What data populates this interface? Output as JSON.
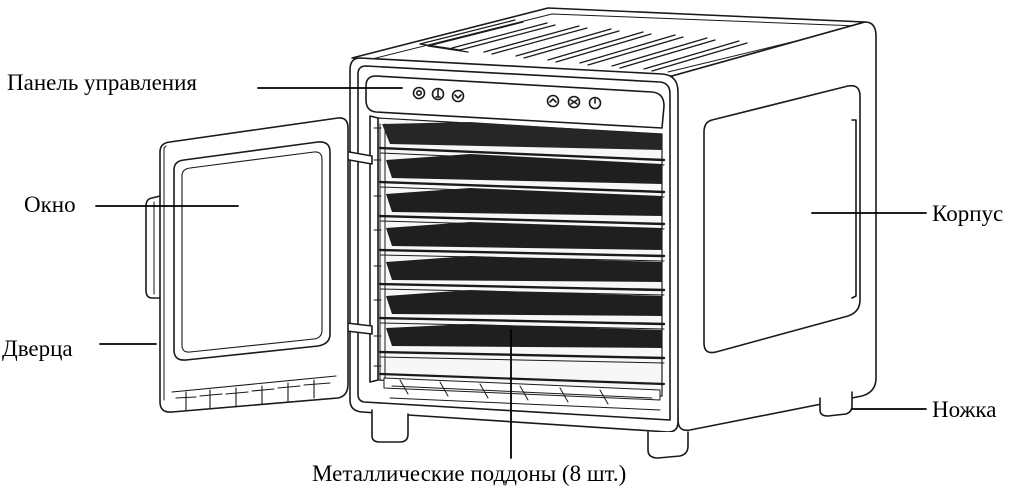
{
  "diagram": {
    "labels": {
      "control_panel": "Панель управления",
      "window": "Окно",
      "body": "Корпус",
      "door": "Дверца",
      "foot": "Ножка",
      "trays": "Металлические поддоны (8 шт.)"
    },
    "colors": {
      "line": "#1a1a1a",
      "tray_mesh": "#1f1f1f",
      "background": "#ffffff"
    },
    "panel_icons": [
      "power-icon",
      "light-icon",
      "chevron-down-icon",
      "chevron-up-icon",
      "fan-icon",
      "power-button-icon"
    ],
    "tray_count": 8
  }
}
